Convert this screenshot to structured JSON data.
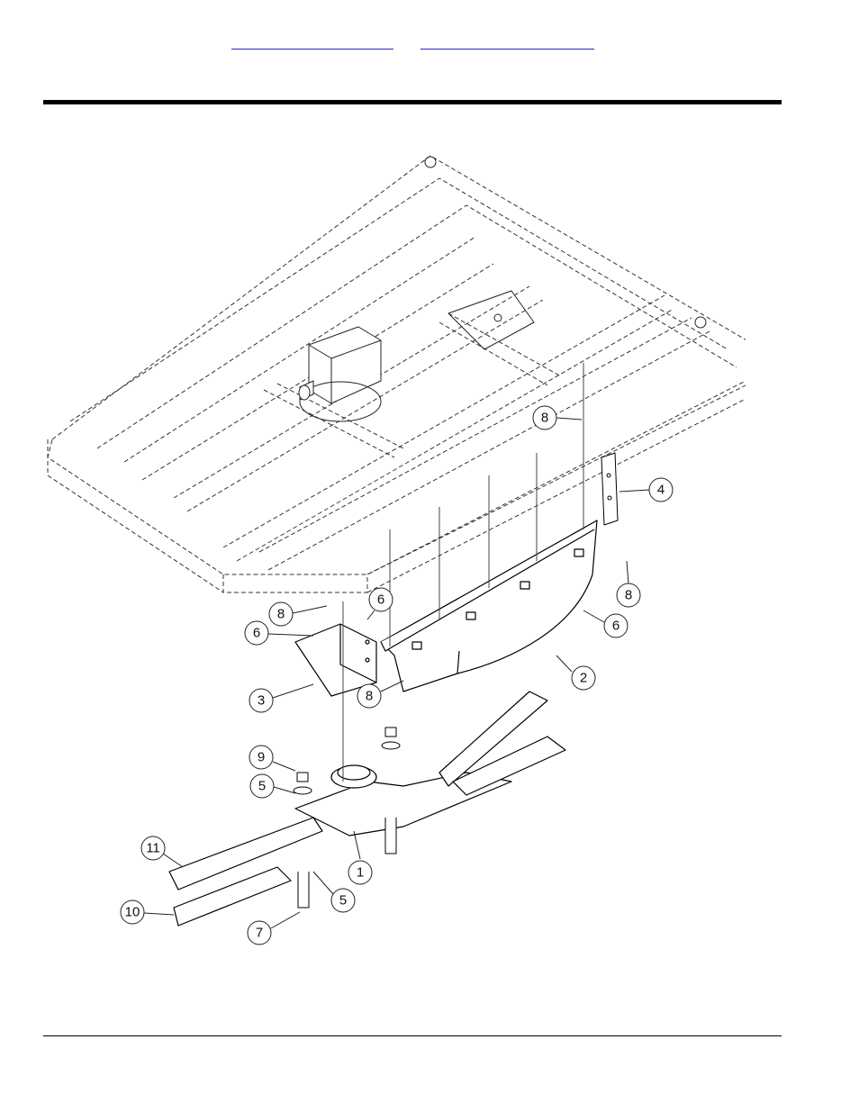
{
  "nav": {
    "links": [
      {
        "label": ""
      },
      {
        "label": ""
      }
    ]
  },
  "diagram": {
    "callouts": [
      {
        "id": "c1",
        "num": "1"
      },
      {
        "id": "c2",
        "num": "2"
      },
      {
        "id": "c3",
        "num": "3"
      },
      {
        "id": "c4",
        "num": "4"
      },
      {
        "id": "c5a",
        "num": "5"
      },
      {
        "id": "c5b",
        "num": "5"
      },
      {
        "id": "c6a",
        "num": "6"
      },
      {
        "id": "c6b",
        "num": "6"
      },
      {
        "id": "c6c",
        "num": "6"
      },
      {
        "id": "c7",
        "num": "7"
      },
      {
        "id": "c8a",
        "num": "8"
      },
      {
        "id": "c8b",
        "num": "8"
      },
      {
        "id": "c8c",
        "num": "8"
      },
      {
        "id": "c8d",
        "num": "8"
      },
      {
        "id": "c9",
        "num": "9"
      },
      {
        "id": "c10",
        "num": "10"
      },
      {
        "id": "c11",
        "num": "11"
      }
    ]
  }
}
